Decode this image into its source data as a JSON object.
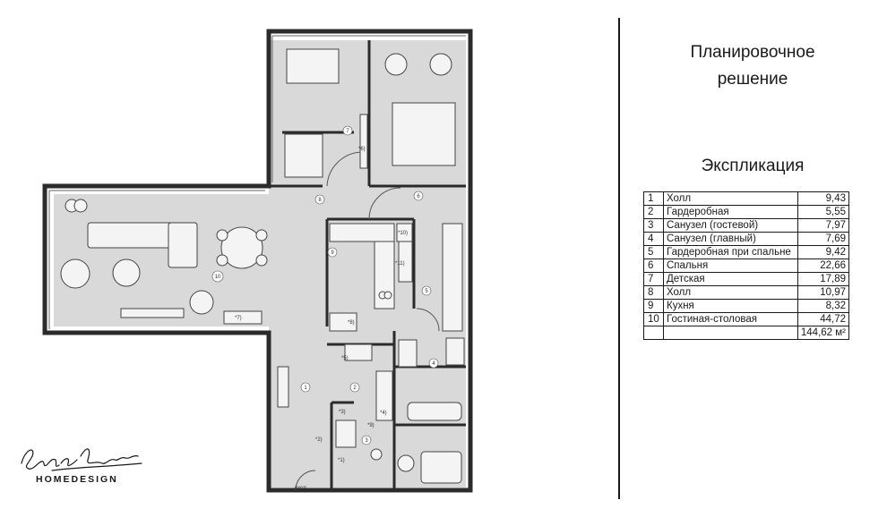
{
  "title": "Планировочное решение",
  "title_lines": [
    "Планировочное",
    "решение"
  ],
  "subtitle": "Экспликация",
  "rooms": [
    {
      "n": "1",
      "name": "Холл",
      "area": "9,43"
    },
    {
      "n": "2",
      "name": "Гардеробная",
      "area": "5,55"
    },
    {
      "n": "3",
      "name": "Санузел (гостевой)",
      "area": "7,97"
    },
    {
      "n": "4",
      "name": "Санузел (главный)",
      "area": "7,69"
    },
    {
      "n": "5",
      "name": "Гардеробная при спальне",
      "area": "9,42"
    },
    {
      "n": "6",
      "name": "Спальня",
      "area": "22,66"
    },
    {
      "n": "7",
      "name": "Детская",
      "area": "17,89"
    },
    {
      "n": "8",
      "name": "Холл",
      "area": "10,97"
    },
    {
      "n": "9",
      "name": "Кухня",
      "area": "8,32"
    },
    {
      "n": "10",
      "name": "Гостиная-столовая",
      "area": "44,72"
    }
  ],
  "total": "144,62 м²",
  "plan": {
    "entrance_label": "вход",
    "room_markers": [
      "1",
      "2",
      "3",
      "4",
      "5",
      "6",
      "7",
      "8",
      "9",
      "10"
    ],
    "equipment_markers": [
      "*1)",
      "*2)",
      "*3)",
      "*4)",
      "*5)",
      "*6)",
      "*7)",
      "*8)",
      "*9)",
      "*10)",
      "*11)"
    ]
  },
  "logo": {
    "signature": "Evgeniya Birkaya",
    "brand": "HOMEDESIGN"
  },
  "colors": {
    "floor": "#d9d9d9",
    "wall": "#2b2b2b",
    "text": "#1a1a1a",
    "background": "#ffffff"
  }
}
